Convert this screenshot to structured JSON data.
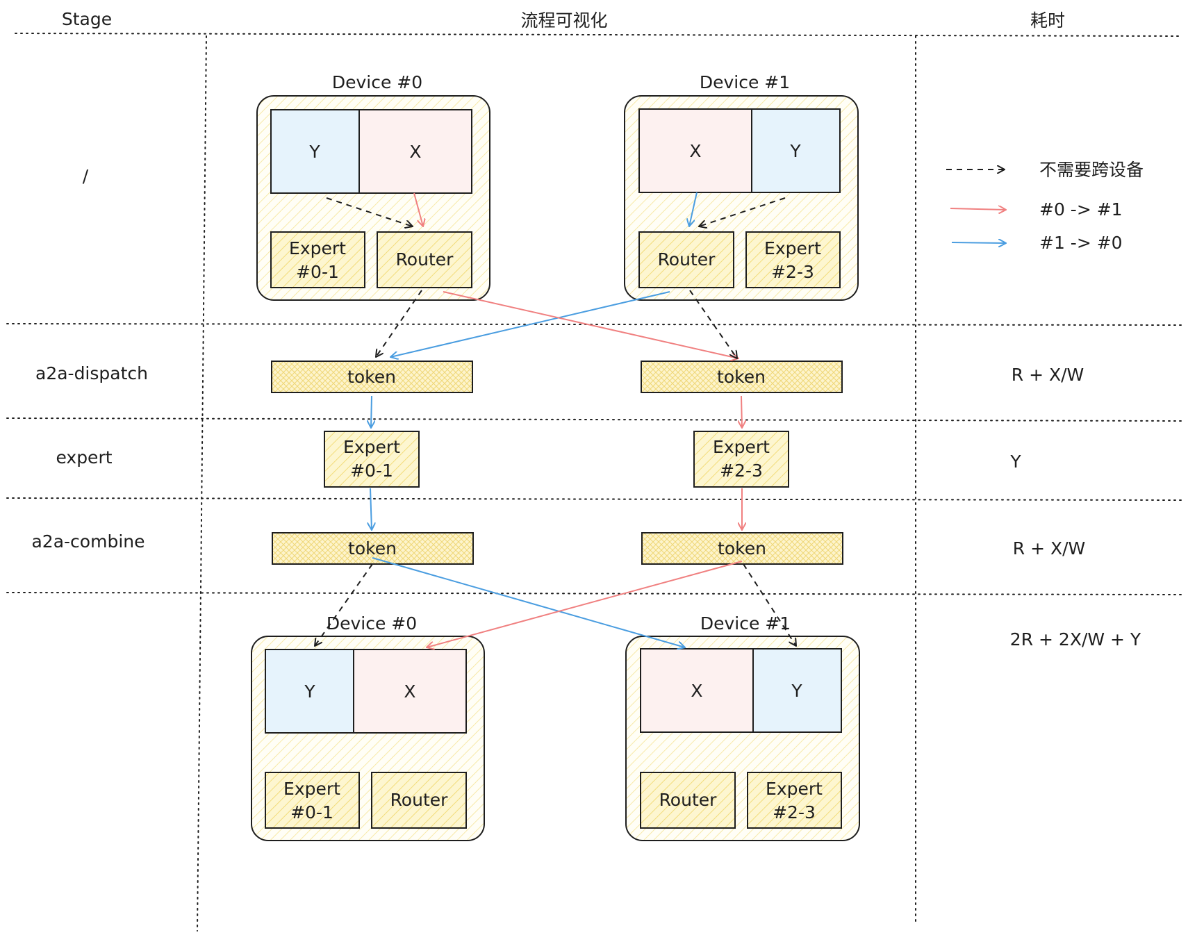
{
  "headers": {
    "stage": "Stage",
    "flow": "流程可视化",
    "time": "耗时"
  },
  "stages": [
    {
      "name": "/",
      "time": ""
    },
    {
      "name": "a2a-dispatch",
      "time": "R + X/W"
    },
    {
      "name": "expert",
      "time": "Y"
    },
    {
      "name": "a2a-combine",
      "time": "R + X/W"
    },
    {
      "name": "",
      "time": "2R + 2X/W + Y"
    }
  ],
  "devices": {
    "device0_label": "Device #0",
    "device1_label": "Device #1",
    "cell_y": "Y",
    "cell_x": "X",
    "expert01": [
      "Expert",
      "#0-1"
    ],
    "expert23": [
      "Expert",
      "#2-3"
    ],
    "router": "Router",
    "token": "token"
  },
  "legend": [
    {
      "style": "dashed-black",
      "label": "不需要跨设备"
    },
    {
      "style": "red",
      "label": "#0 -> #1"
    },
    {
      "style": "blue",
      "label": "#1 -> #0"
    }
  ],
  "colors": {
    "y_fill": "#e6f3fc",
    "x_fill": "#fdf1f0",
    "hatch": "#f5e08a",
    "red": "#f08080",
    "blue": "#4a9de0",
    "ink": "#1e1e1e"
  }
}
